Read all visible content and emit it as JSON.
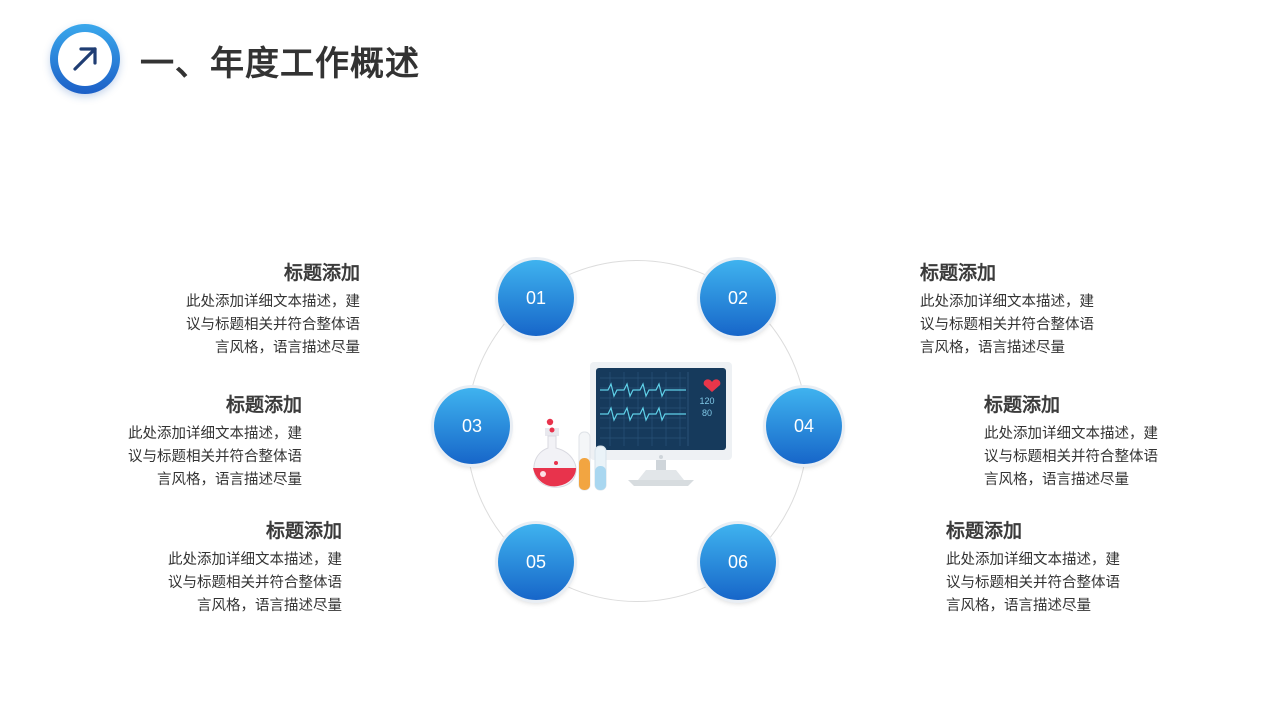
{
  "header": {
    "title": "一、年度工作概述",
    "icon": "arrow-up-right-icon",
    "accent_color": "#1c5fc7"
  },
  "center": {
    "illustration": "medical-monitor-with-lab-flasks",
    "monitor_readout": {
      "top": "120",
      "bottom": "80"
    },
    "circles": [
      {
        "label": "01"
      },
      {
        "label": "02"
      },
      {
        "label": "03"
      },
      {
        "label": "04"
      },
      {
        "label": "05"
      },
      {
        "label": "06"
      }
    ]
  },
  "items": [
    {
      "title": "标题添加",
      "lines": [
        "此处添加详细文本描述，建",
        "议与标题相关并符合整体语",
        "言风格，语言描述尽量"
      ]
    },
    {
      "title": "标题添加",
      "lines": [
        "此处添加详细文本描述，建",
        "议与标题相关并符合整体语",
        "言风格，语言描述尽量"
      ]
    },
    {
      "title": "标题添加",
      "lines": [
        "此处添加详细文本描述，建",
        "议与标题相关并符合整体语",
        "言风格，语言描述尽量"
      ]
    },
    {
      "title": "标题添加",
      "lines": [
        "此处添加详细文本描述，建",
        "议与标题相关并符合整体语",
        "言风格，语言描述尽量"
      ]
    },
    {
      "title": "标题添加",
      "lines": [
        "此处添加详细文本描述，建",
        "议与标题相关并符合整体语",
        "言风格，语言描述尽量"
      ]
    },
    {
      "title": "标题添加",
      "lines": [
        "此处添加详细文本描述，建",
        "议与标题相关并符合整体语",
        "言风格，语言描述尽量"
      ]
    }
  ]
}
